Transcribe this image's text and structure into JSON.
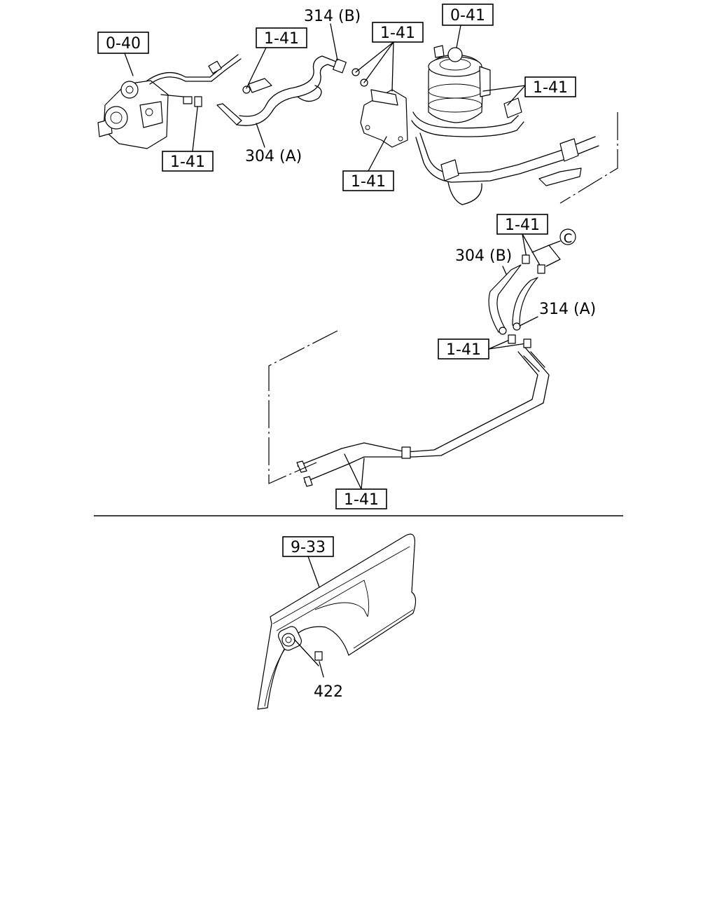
{
  "callouts": {
    "pump_ref": "0-40",
    "filter_ref": "0-41",
    "hose_314b": "314 (B)",
    "hose_304a": "304 (A)",
    "hose_304b": "304 (B)",
    "hose_314a": "314 (A)",
    "ref_141_top_left": "1-41",
    "ref_141_top_mid": "1-41",
    "ref_141_right": "1-41",
    "ref_141_pump": "1-41",
    "ref_141_bracket": "1-41",
    "ref_141_clips": "1-41",
    "ref_141_joints": "1-41",
    "ref_141_pipes": "1-41",
    "circle_c": "C",
    "fender_ref": "9-33",
    "clip_422": "422"
  }
}
